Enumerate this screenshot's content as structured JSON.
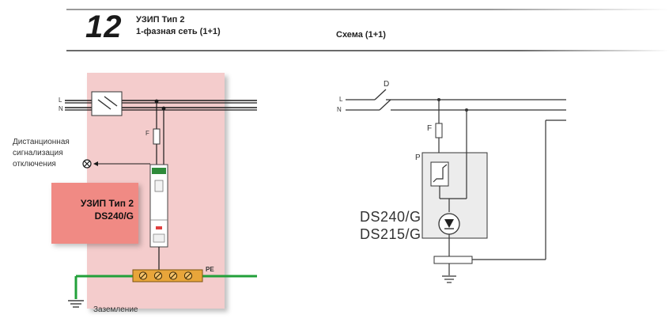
{
  "header": {
    "number": "12",
    "title": "УЗИП Тип 2",
    "subtitle": "1-фазная сеть (1+1)",
    "schema_title": "Схема (1+1)"
  },
  "left_diagram": {
    "line_label_l": "L",
    "line_label_n": "N",
    "fuse_label": "F",
    "remote_signal_label": "Дистанционная сигнализация отключения",
    "product_title": "УЗИП Тип 2",
    "product_model": "DS240/G",
    "pe_label": "PE",
    "ground_label": "Заземление",
    "colors": {
      "panel": "#f4cccc",
      "product_box": "#f08a84",
      "earth_wire": "#22a03a",
      "terminal": "#e8a53a"
    }
  },
  "right_diagram": {
    "line_label_l": "L",
    "line_label_n": "N",
    "switch_label": "D",
    "fuse_label": "F",
    "protector_label": "P",
    "model_1": "DS240/G",
    "model_2": "DS215/G"
  }
}
